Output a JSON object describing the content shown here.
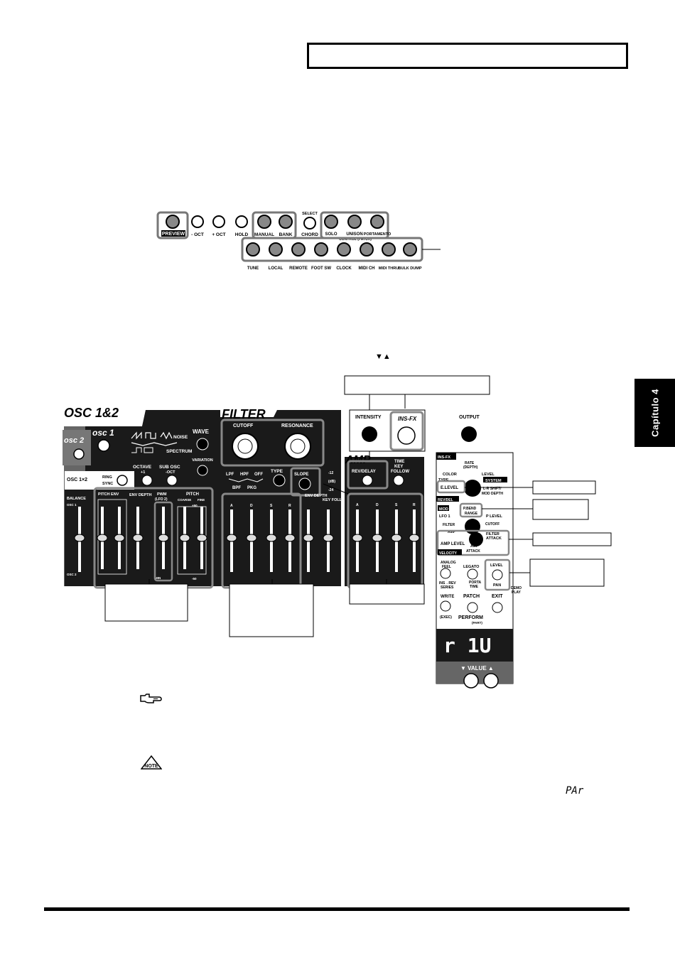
{
  "side_tab": {
    "label": "Capítulo 4"
  },
  "value_arrows": "▼▲",
  "display_code": "PAr",
  "panel1": {
    "preview": "PREVIEW",
    "minus_oct": "- OCT",
    "plus_oct": "+ OCT",
    "hold": "HOLD",
    "manual": "MANUAL",
    "bank": "BANK",
    "select": "SELECT",
    "chord": "CHORD",
    "solo": "SOLO",
    "unison": "UNISON",
    "portamento": "PORTAMENTO",
    "control_patch": "CONTROL (PATCH)",
    "bottom_labels": [
      "TUNE",
      "LOCAL",
      "REMOTE",
      "FOOT SW",
      "CLOCK",
      "MIDI CH",
      "MIDI THRU",
      "BULK DUMP"
    ]
  },
  "panel2": {
    "osc12_title": "OSC 1&2",
    "osc2": "osc 2",
    "osc1": "osc 1",
    "noise": "NOISE",
    "wave": "WAVE",
    "spectrum": "SPECTRUM",
    "variation": "VARIATION",
    "octave": "OCTAVE",
    "octave_val": "+1",
    "sub_osc": "SUB OSC",
    "sub_osc_val": "-OCT",
    "osc1x2": "OSC 1×2",
    "ring": "RING",
    "sync": "SYNC",
    "balance": "BALANCE",
    "osc1_lbl": "OSC 1",
    "osc2_lbl": "OSC 2",
    "pitch_env": "PITCH ENV",
    "env_depth": "ENV DEPTH",
    "pwm": "PWM",
    "lfo2": "(LFO 2)",
    "pitch": "PITCH",
    "coarse": "COARSE",
    "fine": "FINE",
    "plus50": "+50",
    "minus50": "-50",
    "min": "MIN",
    "filter_title": "FILTER",
    "cutoff": "CUTOFF",
    "resonance": "RESONANCE",
    "lpf": "LPF",
    "hpf": "HPF",
    "off": "OFF",
    "bpf": "BPF",
    "pkg": "PKG",
    "type": "TYPE",
    "slope": "SLOPE",
    "minus12": "-12",
    "db": "(dB)",
    "minus24": "-24",
    "key_follow": "KEY FOLLOW",
    "adsr": [
      "A",
      "D",
      "S",
      "R"
    ],
    "intensity": "INTENSITY",
    "insfx": "INS-FX",
    "output": "OUTPUT",
    "amp_title": "AMP",
    "rev_delay": "REV/DELAY",
    "time_key_follow": [
      "TIME",
      "KEY",
      "FOLLOW"
    ],
    "insfx_small": "INS-FX",
    "rate_depth": [
      "RATE",
      "(DEPTH)"
    ],
    "color": "COLOR",
    "type2": "TYPE",
    "level": "LEVEL",
    "system": "SYSTEM",
    "e_level": "E.LEVEL",
    "lr_shift": "L-R SHIFT/",
    "mod_depth": "MOD DEPTH",
    "rev_del": "REV/DEL",
    "mod": "MOD",
    "p_bend": "P.BEND",
    "range": "RANGE",
    "lfo1": "LFO 1",
    "p_level": "P LEVEL",
    "filter_w": "FILTER",
    "amp_w": "AMP",
    "cutoff2": "CUTOFF",
    "filter_attack": [
      "FILTER",
      "ATTACK"
    ],
    "amp_level": "AMP LEVEL",
    "amp_attack": [
      "AMP",
      "ATTACK"
    ],
    "velocity": "VELOCITY",
    "analog_feel": [
      "ANALOG",
      "FEEL"
    ],
    "legato": "LEGATO",
    "porta_time": [
      "PORTA",
      "TIME"
    ],
    "ins_rev_series": [
      "INS→REV",
      "SERIES"
    ],
    "level_pan": "LEVEL",
    "pan": "PAN",
    "demo_play": [
      "DEMO",
      "PLAY"
    ],
    "write": "WRITE",
    "exec": "(EXEC)",
    "patch": "PATCH",
    "perform": "PERFORM",
    "part": "(PART)",
    "exit": "EXIT",
    "display": "r 1U",
    "value": "▼ VALUE ▲"
  }
}
